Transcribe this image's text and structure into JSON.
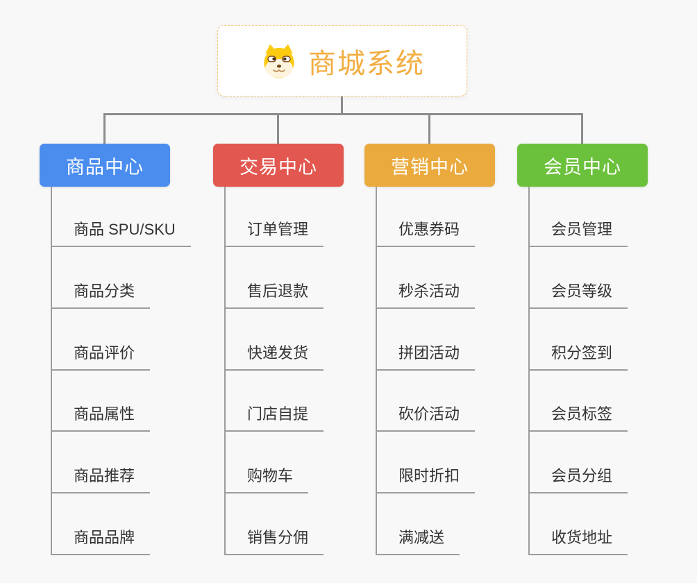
{
  "root": {
    "title": "商城系统",
    "icon": "dog-face-icon",
    "accent_color": "#f2ae43",
    "border_color": "#f3c06e"
  },
  "connector_color": "#8c8c8c",
  "underline_color": "#9c9c9c",
  "item_text_color": "#333333",
  "branches": [
    {
      "label": "商品中心",
      "color": "#4a8def",
      "items": [
        "商品 SPU/SKU",
        "商品分类",
        "商品评价",
        "商品属性",
        "商品推荐",
        "商品品牌"
      ]
    },
    {
      "label": "交易中心",
      "color": "#e2574f",
      "items": [
        "订单管理",
        "售后退款",
        "快递发货",
        "门店自提",
        "购物车",
        "销售分佣"
      ]
    },
    {
      "label": "营销中心",
      "color": "#eaaa3e",
      "items": [
        "优惠券码",
        "秒杀活动",
        "拼团活动",
        "砍价活动",
        "限时折扣",
        "满减送"
      ]
    },
    {
      "label": "会员中心",
      "color": "#6cc13c",
      "items": [
        "会员管理",
        "会员等级",
        "积分签到",
        "会员标签",
        "会员分组",
        "收货地址"
      ]
    }
  ]
}
